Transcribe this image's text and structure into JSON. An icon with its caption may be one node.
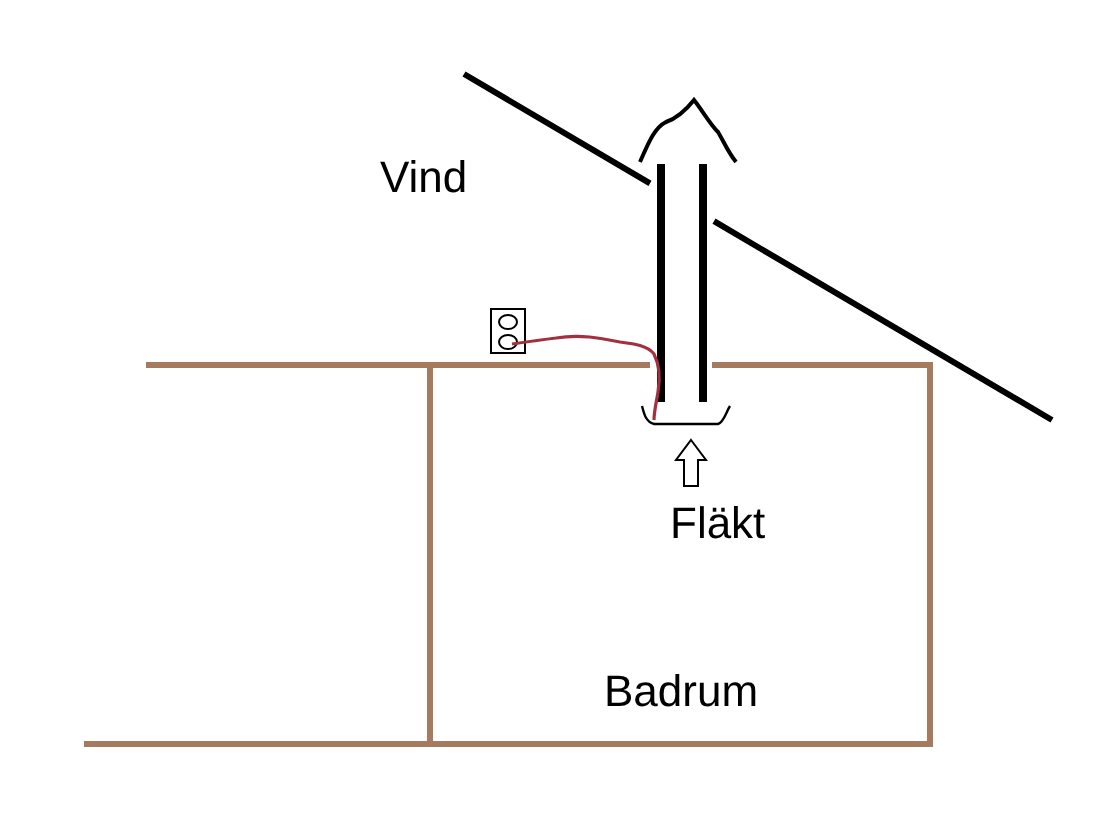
{
  "diagram": {
    "labels": [
      "Vind",
      "Fläkt",
      "Badrum"
    ]
  }
}
